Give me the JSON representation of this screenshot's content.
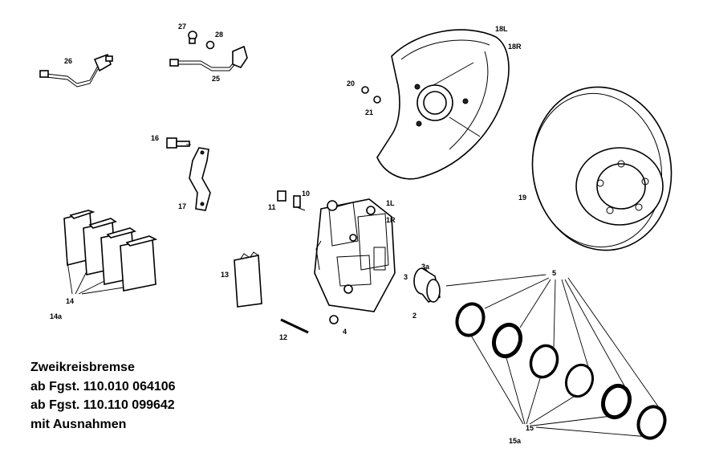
{
  "labels": {
    "l27": "27",
    "l28": "28",
    "l26": "26",
    "l25": "25",
    "l18L": "18L",
    "l18R": "18R",
    "l20": "20",
    "l21": "21",
    "l16": "16",
    "l17": "17",
    "l19": "19",
    "l11": "11",
    "l10": "10",
    "l1L": "1L",
    "l1R": "1R",
    "l13": "13",
    "l14": "14",
    "l14a": "14a",
    "l3a": "3a",
    "l3": "3",
    "l2": "2",
    "l5": "5",
    "l4": "4",
    "l12": "12",
    "l15": "15",
    "l15a": "15a"
  },
  "note": {
    "line1": "Zweikreisbremse",
    "line2": "ab Fgst. 110.010  064106",
    "line3": "ab Fgst. 110.110  099642",
    "line4": "mit Ausnahmen"
  }
}
